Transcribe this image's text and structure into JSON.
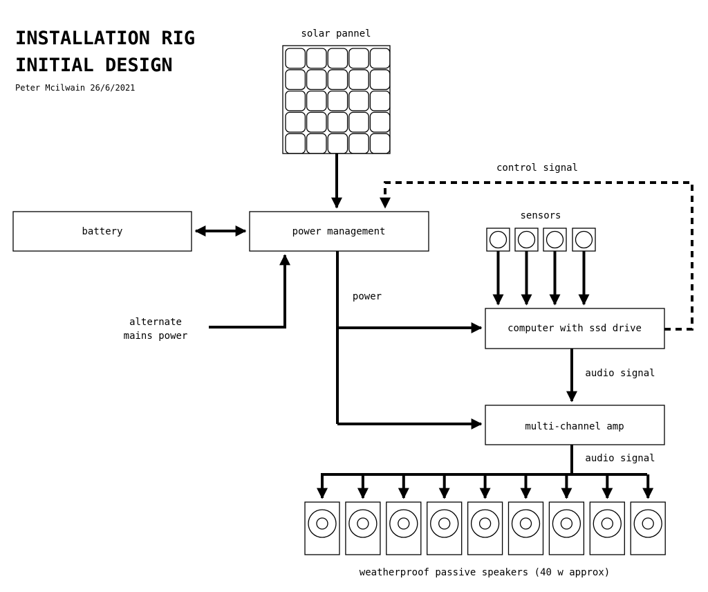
{
  "title": {
    "line1": "INSTALLATION RIG",
    "line2": "INITIAL DESIGN",
    "author": "Peter Mcilwain 26/6/2021"
  },
  "nodes": {
    "solar_panel": "solar pannel",
    "battery": "battery",
    "power_management": "power management",
    "alternate_mains_line1": "alternate",
    "alternate_mains_line2": "mains power",
    "sensors": "sensors",
    "computer": "computer with ssd drive",
    "amp": "multi-channel amp",
    "speakers": "weatherproof passive speakers (40 w approx)"
  },
  "edges": {
    "control_signal": "control signal",
    "power": "power",
    "audio_signal_1": "audio signal",
    "audio_signal_2": "audio signal"
  },
  "counts": {
    "solar_cells_grid": "5x5",
    "sensors": 4,
    "speakers": 9
  }
}
